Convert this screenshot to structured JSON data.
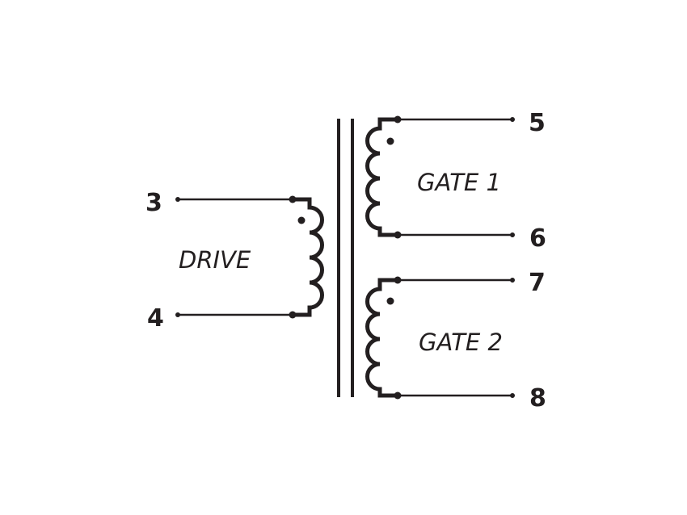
{
  "diagram": {
    "type": "transformer-schematic",
    "colors": {
      "ink": "#231f20",
      "background": "#ffffff"
    },
    "windings": [
      {
        "label": "DRIVE",
        "pins": [
          "3",
          "4"
        ],
        "turns": 4
      },
      {
        "label": "GATE 1",
        "pins": [
          "5",
          "6"
        ],
        "turns": 4
      },
      {
        "label": "GATE 2",
        "pins": [
          "7",
          "8"
        ],
        "turns": 4
      }
    ]
  }
}
